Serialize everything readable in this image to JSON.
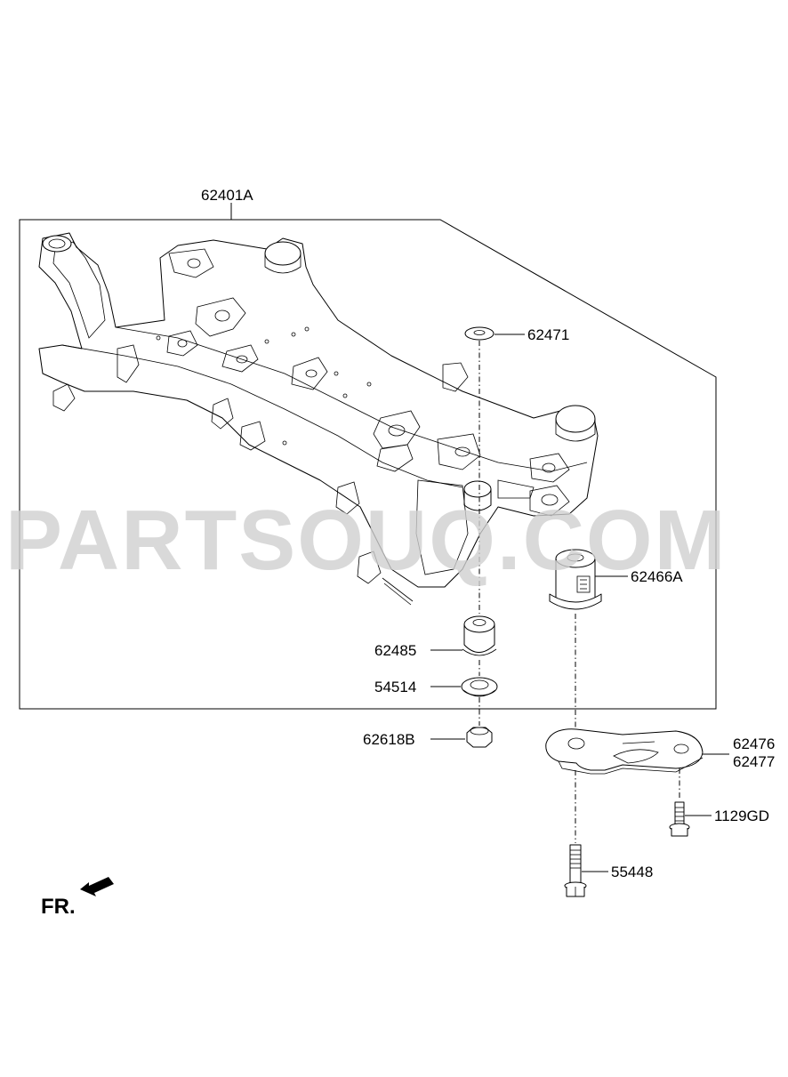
{
  "diagram": {
    "watermark": "PARTSOUQ.COM",
    "front_indicator": "FR.",
    "parts": [
      {
        "id": "62401A"
      },
      {
        "id": "62471"
      },
      {
        "id": "62466A"
      },
      {
        "id": "62485"
      },
      {
        "id": "54514"
      },
      {
        "id": "62618B"
      },
      {
        "id": "62476"
      },
      {
        "id": "62477"
      },
      {
        "id": "1129GD"
      },
      {
        "id": "55448"
      }
    ]
  }
}
